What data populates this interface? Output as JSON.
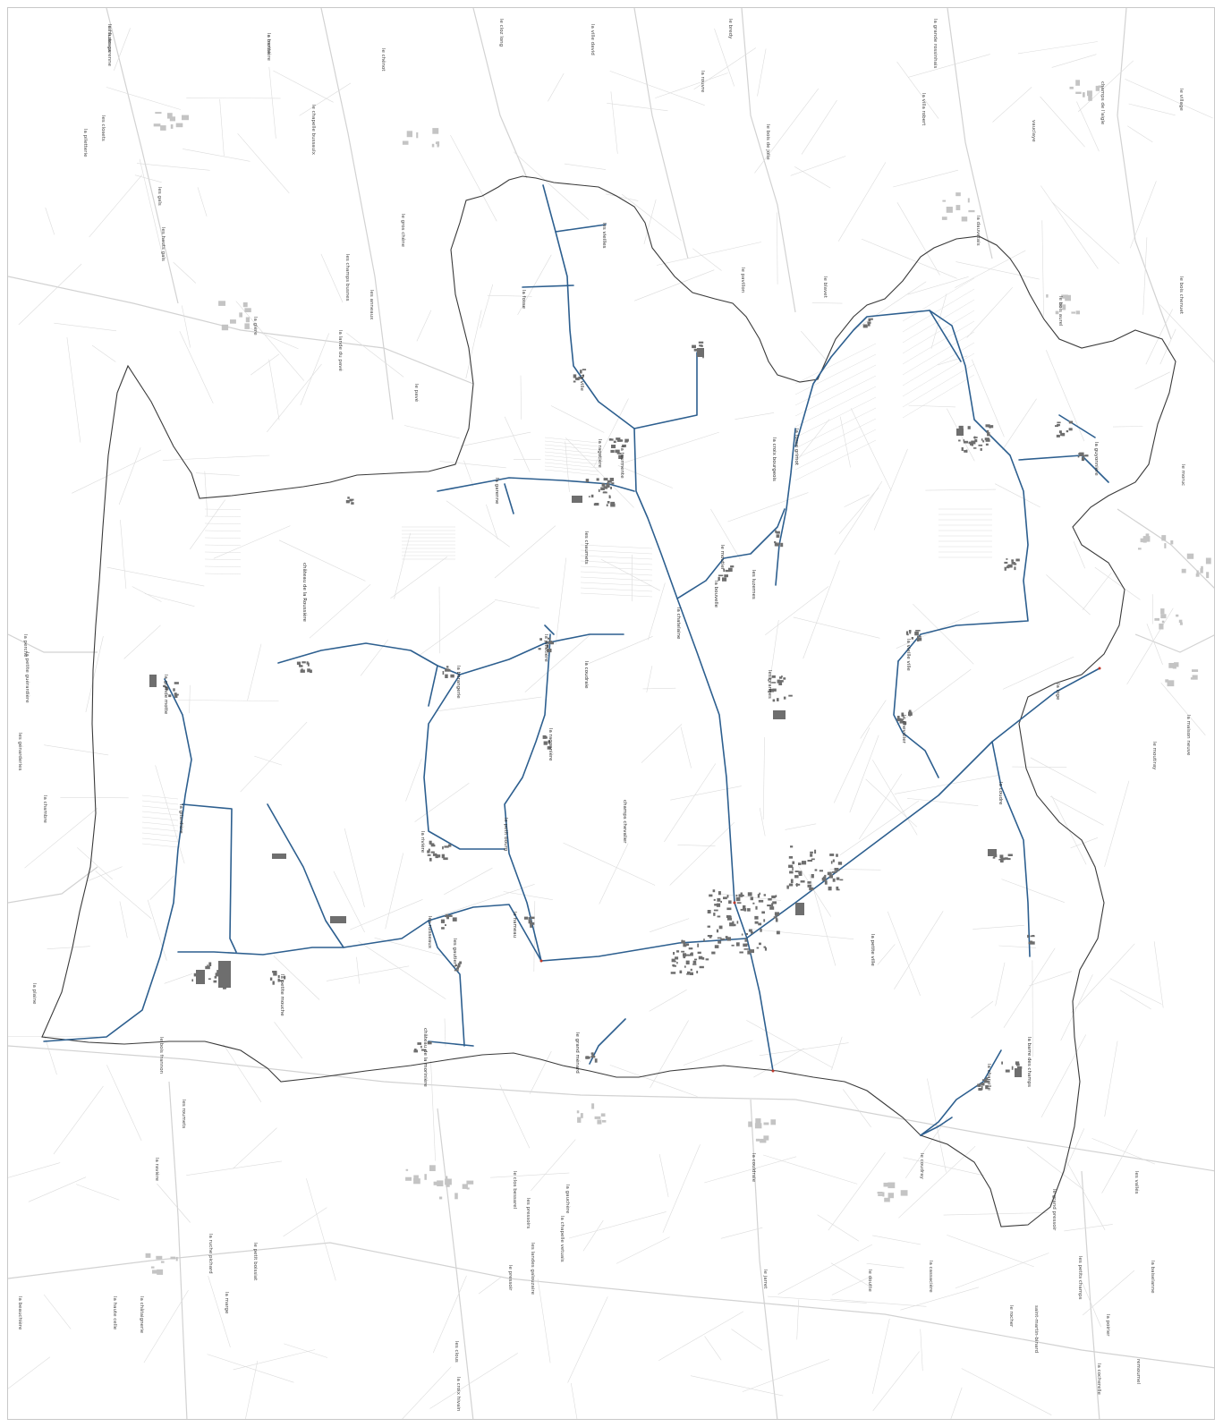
{
  "colors": {
    "background": "#ffffff",
    "parcel": "#dcdcdc",
    "road": "#d2d2d2",
    "boundary": "#3a3a3a",
    "network": "#2d5f8f",
    "building": "#6e6e6e",
    "building_light": "#c4c4c4"
  },
  "place_labels_outside": [
    "la haute garenne",
    "la motte",
    "le cloz long",
    "la ville david",
    "le bredy",
    "la grande rossinhais",
    "le chênot",
    "le chapelle bussaulx",
    "les closets",
    "la piletterie",
    "les gaïs",
    "les hauts gaïs",
    "le gros chêne",
    "les champs busnes",
    "les anneaux",
    "la lande du pavé",
    "le pavé",
    "la glère",
    "la rouvre",
    "la villa robert",
    "vauclaye",
    "champs de l'aigle",
    "le bois de jolie",
    "le pavillon",
    "le village",
    "la dauvetais",
    "le blavet",
    "le bois aurel",
    "le moruc",
    "le bois chenuet",
    "le moutiray",
    "la maison neuve",
    "la perche",
    "la petite guérardière",
    "les génarderies",
    "la chambre",
    "la plaine",
    "le bois frannon",
    "les roumets",
    "la ravière",
    "la couldraie",
    "le coudray",
    "la ruche pichard",
    "le petit boissiat",
    "la marge",
    "la beauchière",
    "la haute celle",
    "la châtaignerie",
    "le clos bessarel",
    "la gauchère",
    "les pressoirs",
    "le pressoir",
    "la cassacière",
    "les petits champs",
    "la baiselanne",
    "le rocher",
    "la poirier",
    "remoumel",
    "la chapelle vetuais",
    "les clous",
    "la croix hivain",
    "les vallés",
    "le grand pressoir",
    "les landes galouzaire",
    "le jarret",
    "le doutte",
    "la cocherelle",
    "saint-martin-binard",
    "les fuseaux",
    "la bannière"
  ],
  "place_labels_inside": [
    "les vieilles",
    "la fosse",
    "la ville",
    "la ragotière",
    "la garenne",
    "les chaumets",
    "la tourmente",
    "le moutier",
    "les luzernes",
    "la bouvelle",
    "la chatelaine",
    "le petit bourg",
    "champs chevalier",
    "château de la Roussière",
    "la grande motte",
    "la coudraie",
    "la bérangerie",
    "les gautiers",
    "la petite mouche",
    "les ruisseaux",
    "la ragonnière",
    "la pilletière",
    "la chapelle",
    "la barre des champs",
    "la loge",
    "la guyonnière",
    "la fosse grimot",
    "la croix bourgeois",
    "la petite ville",
    "le chevalier",
    "la gilardière",
    "la vieille ville",
    "château de la morinière",
    "le grand ménard",
    "la coudre",
    "la rivière",
    "le hameau",
    "les granges"
  ]
}
